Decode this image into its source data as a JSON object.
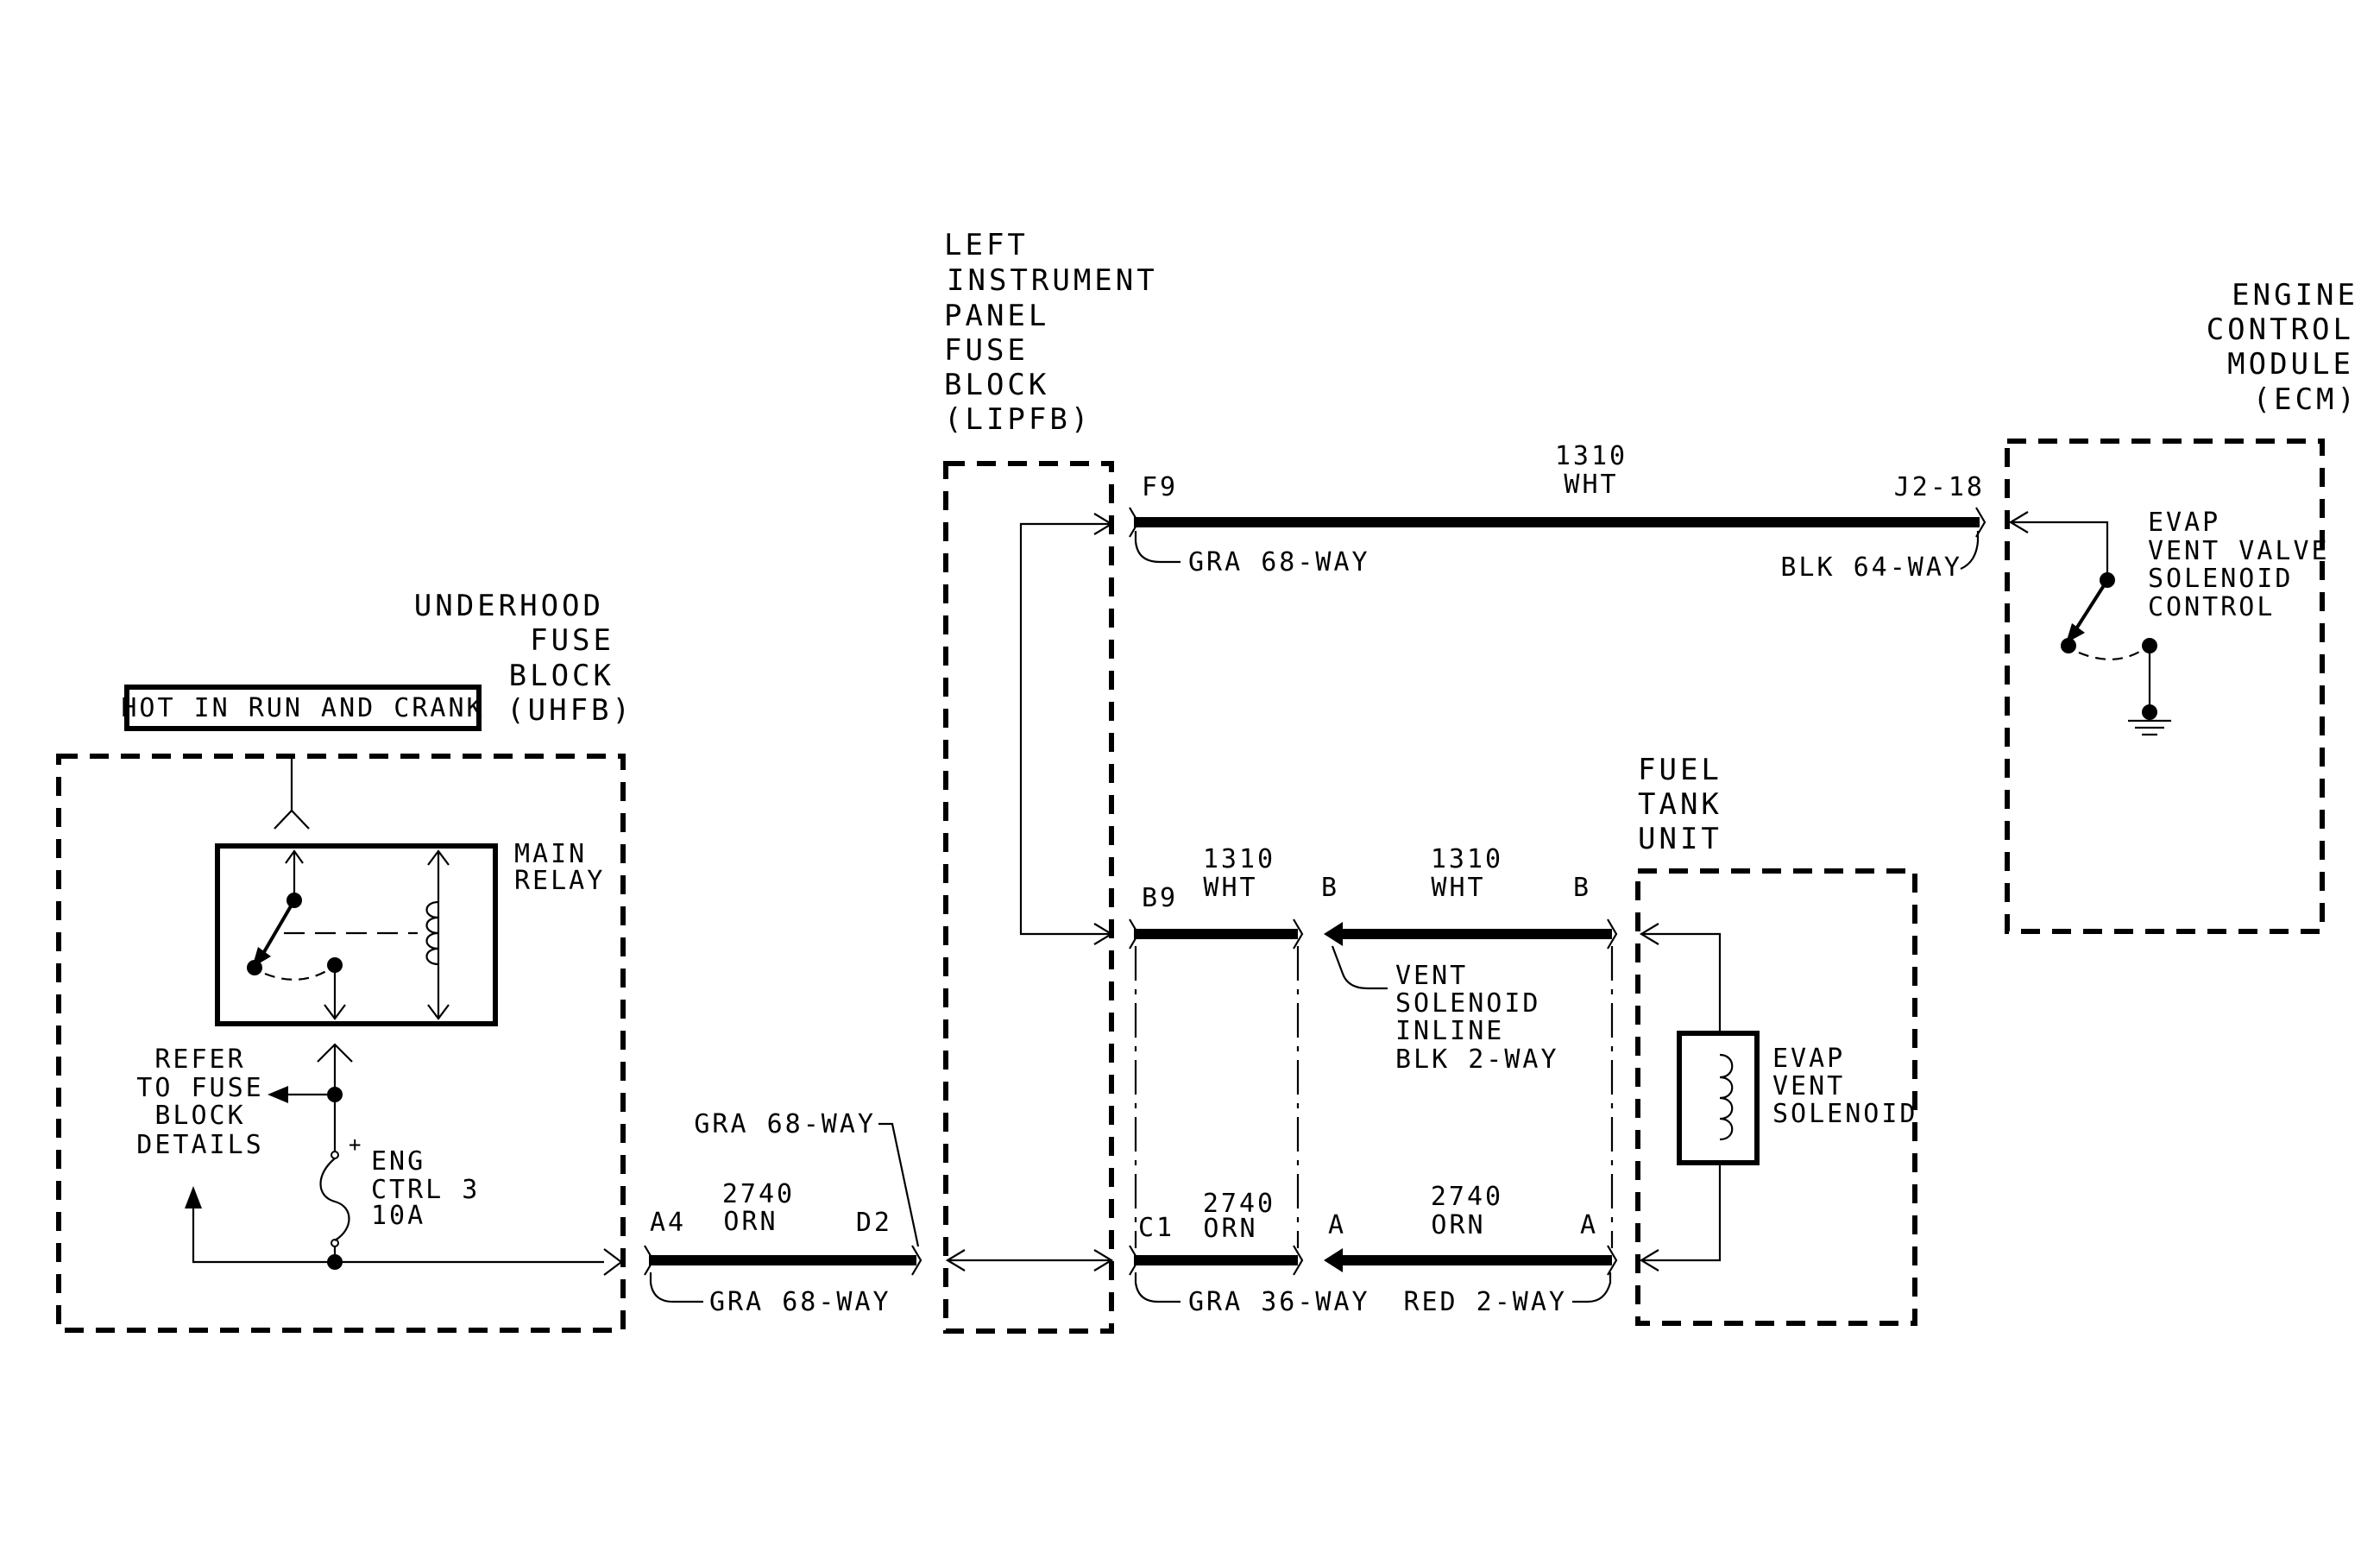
{
  "components": {
    "lipfb": {
      "lines": [
        "LEFT",
        "INSTRUMENT",
        "PANEL",
        "FUSE",
        "BLOCK",
        "(LIPFB)"
      ]
    },
    "ecm": {
      "lines": [
        "ENGINE",
        "CONTROL",
        "MODULE",
        "(ECM)"
      ]
    },
    "uhfb": {
      "lines": [
        "UNDERHOOD",
        "FUSE",
        "BLOCK",
        "(UHFB)"
      ]
    },
    "fuel_tank_unit": {
      "lines": [
        "FUEL",
        "TANK",
        "UNIT"
      ]
    }
  },
  "hot_label": "HOT IN RUN AND CRANK",
  "main_relay": {
    "lines": [
      "MAIN",
      "RELAY"
    ]
  },
  "refer_note": {
    "lines": [
      "REFER",
      "TO FUSE",
      "BLOCK",
      "DETAILS"
    ]
  },
  "fuse": {
    "plus": "+",
    "lines": [
      "ENG",
      "CTRL 3",
      "10A"
    ]
  },
  "evap_vent_valve": {
    "lines": [
      "EVAP",
      "VENT VALVE",
      "SOLENOID",
      "CONTROL"
    ]
  },
  "evap_vent_solenoid": {
    "lines": [
      "EVAP",
      "VENT",
      "SOLENOID"
    ]
  },
  "vent_inline": {
    "lines": [
      "VENT",
      "SOLENOID",
      "INLINE",
      "BLK 2-WAY"
    ]
  },
  "wires": {
    "top": {
      "circuit": "1310",
      "color": "WHT",
      "left_pin": "F9",
      "right_pin": "J2-18",
      "left_conn": "GRA 68-WAY",
      "right_conn": "BLK 64-WAY"
    },
    "mid_left": {
      "circuit": "1310",
      "color": "WHT",
      "left_pin": "B9",
      "right_pin": "B"
    },
    "mid_right": {
      "circuit": "1310",
      "color": "WHT",
      "left_pin": "B",
      "right_pin": "B"
    },
    "bottom_uhfb": {
      "circuit": "2740",
      "color": "ORN",
      "left_pin": "A4",
      "right_pin": "D2",
      "lower_conn": "GRA 68-WAY",
      "upper_conn": "GRA 68-WAY"
    },
    "bottom_left": {
      "circuit": "2740",
      "color": "ORN",
      "left_pin": "C1",
      "right_pin": "A",
      "conn": "GRA 36-WAY"
    },
    "bottom_right": {
      "circuit": "2740",
      "color": "ORN",
      "left_pin": "A",
      "right_pin": "A",
      "conn": "RED 2-WAY"
    }
  }
}
